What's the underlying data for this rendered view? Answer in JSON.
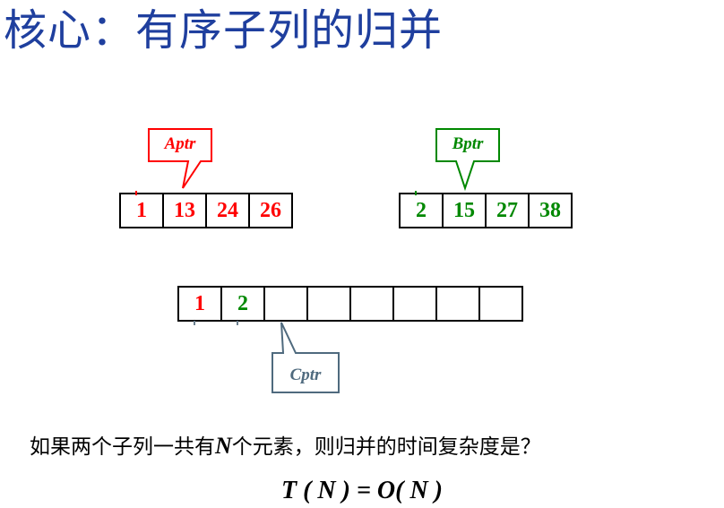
{
  "slide": {
    "title": "核心：有序子列的归并",
    "question_before": "如果两个子列一共有",
    "question_n": "N",
    "question_after": "个元素，则归并的时间复杂度是？",
    "formula": "T ( N ) = O( N )"
  },
  "array_a": {
    "values": [
      "1",
      "13",
      "24",
      "26"
    ],
    "color": "#ff0000"
  },
  "array_b": {
    "values": [
      "2",
      "15",
      "27",
      "38"
    ],
    "color": "#008800"
  },
  "array_c": {
    "values": [
      "1",
      "2",
      "",
      "",
      "",
      "",
      "",
      ""
    ]
  },
  "pointers": {
    "a": {
      "label": "Aptr",
      "color": "#ff0000"
    },
    "b": {
      "label": "Bptr",
      "color": "#008800"
    },
    "c": {
      "label": "Cptr",
      "color": "#4f6a7e"
    }
  }
}
